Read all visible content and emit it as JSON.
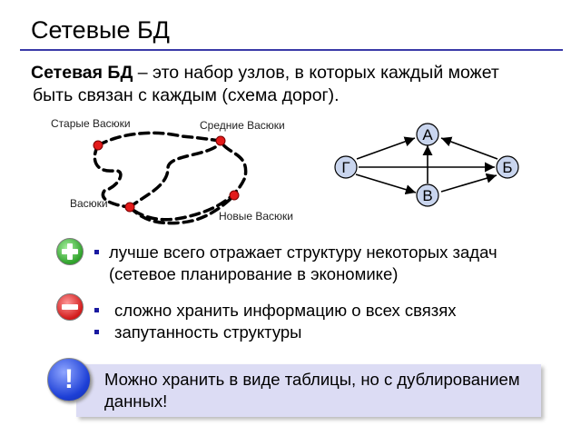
{
  "title": "Сетевые БД",
  "definition": {
    "term": "Сетевая БД",
    "dash": " – ",
    "text1": "это набор узлов, в которых каждый может",
    "text2": "быть связан с каждым (схема дорог)."
  },
  "road_map": {
    "labels": {
      "old": "Старые Васюки",
      "middle": "Средние Васюки",
      "vasyuki": "Васюки",
      "new": "Новые Васюки"
    },
    "dot_color": "#e31a1a"
  },
  "graph": {
    "nodes": [
      "А",
      "Б",
      "В",
      "Г"
    ],
    "node_fill": "#c9d5ee",
    "edges": [
      [
        "Г",
        "А"
      ],
      [
        "Б",
        "А"
      ],
      [
        "В",
        "А"
      ],
      [
        "Г",
        "Б"
      ],
      [
        "Г",
        "В"
      ],
      [
        "В",
        "Б"
      ]
    ]
  },
  "pros": {
    "icon": "plus-icon",
    "items": [
      "лучше всего отражает структуру некоторых задач (сетевое планирование в экономике)"
    ]
  },
  "cons": {
    "icon": "minus-icon",
    "items": [
      "сложно хранить информацию о всех связях",
      "запутанность структуры"
    ]
  },
  "note": {
    "icon": "exclamation-icon",
    "mark": "!",
    "text": "Можно хранить в виде таблицы, но с дублированием данных!"
  }
}
